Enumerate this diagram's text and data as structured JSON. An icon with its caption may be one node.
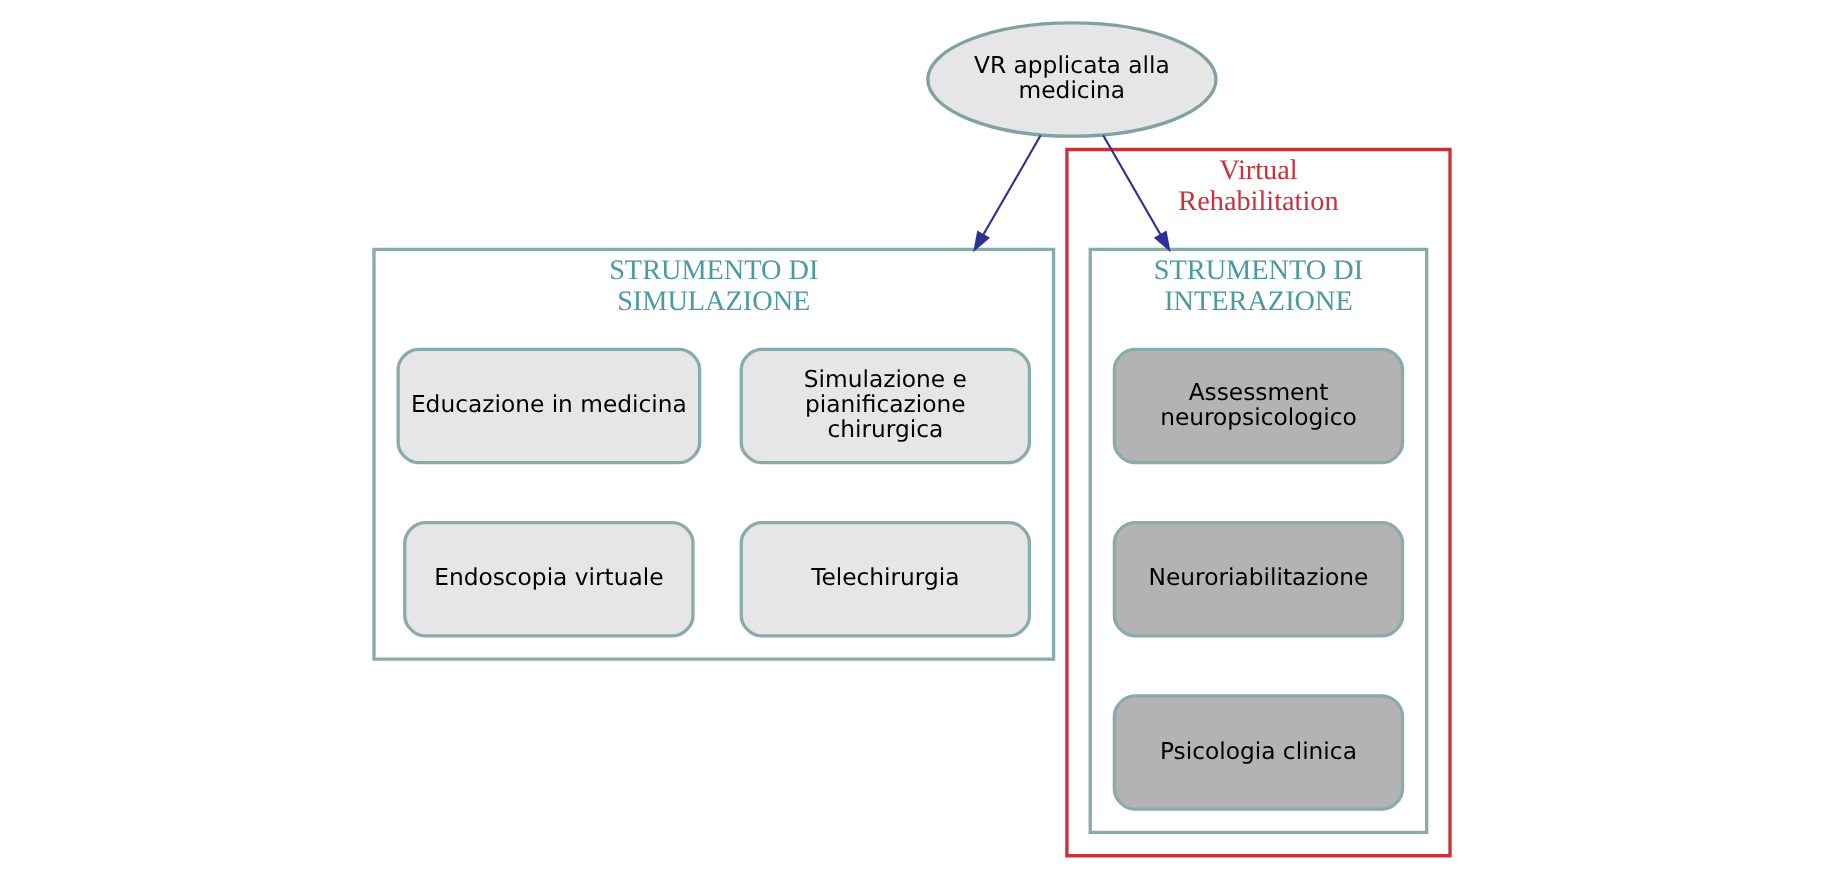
{
  "diagram": {
    "nodes": [
      {
        "text": [
          "VR applicata alla medicina"
        ]
      },
      {
        "text": [
          "STRUMENTO DI SIMULAZIONE"
        ]
      },
      {
        "text": [
          "Simulazione e pianificazione chirurgica"
        ],
        "in": 1
      },
      {
        "text": [
          "Educazione in medicina"
        ],
        "in": 1
      },
      {
        "text": [
          "Telechirurgia"
        ],
        "in": 1
      },
      {
        "text": [
          "Endoscopia virtuale"
        ],
        "in": 1
      },
      {
        "text": [
          "Virtual Rehabilitation"
        ]
      },
      {
        "text": [
          "STRUMENTO DI INTERAZIONE"
        ],
        "in": 6
      },
      {
        "text": [
          "Assessment neuropsicologico"
        ],
        "in": 7
      },
      {
        "text": [
          "Neuroriabilitazione"
        ],
        "in": 7
      },
      {
        "text": [
          "Psicologia clinica"
        ],
        "in": 7
      }
    ],
    "edges": [
      {
        "from": 0,
        "to": 1,
        "arrow": "to"
      },
      {
        "from": 0,
        "to": 7,
        "arrow": "to"
      }
    ]
  }
}
